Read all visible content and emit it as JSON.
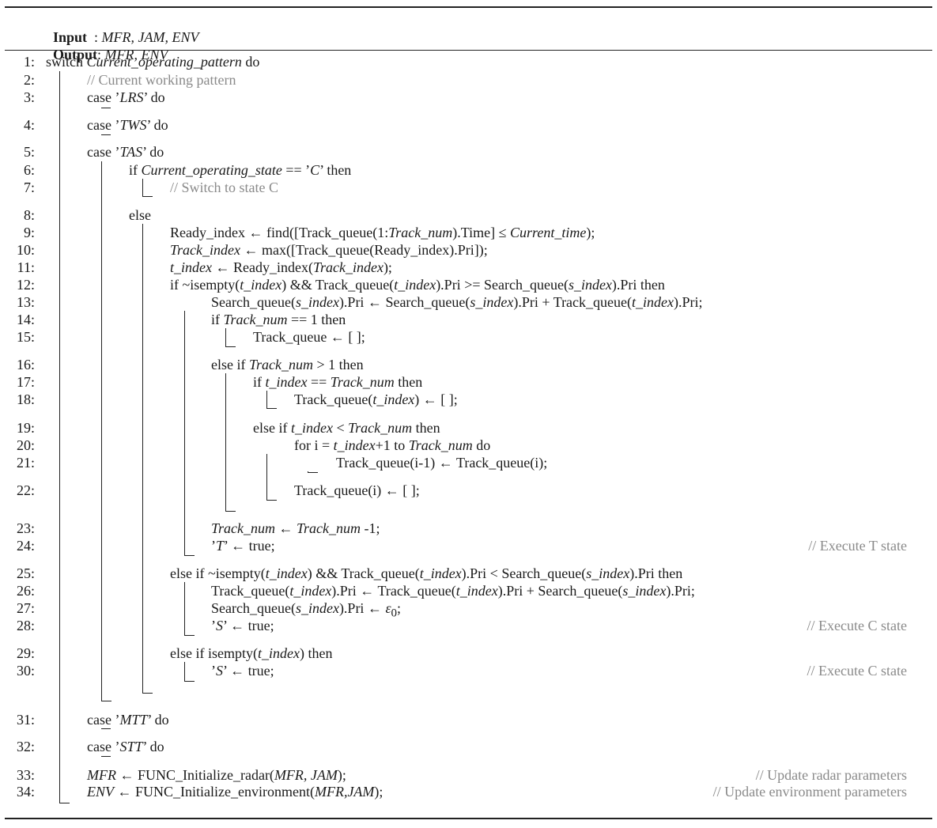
{
  "header": {
    "input_label": "Input",
    "input_sep": "  : ",
    "input_value": "MFR, JAM, ENV",
    "output_label": "Output",
    "output_sep": ": ",
    "output_value": "MFR, ENV"
  },
  "lines": [
    {
      "n": "1:",
      "code": "switch <i>Current_operating_pattern</i> do"
    },
    {
      "n": "2:",
      "code": "<span class='cm'>// Current working pattern</span>"
    },
    {
      "n": "3:",
      "code": "case ’<i>LRS</i>’ do"
    },
    {
      "n": "4:",
      "code": "case ’<i>TWS</i>’ do"
    },
    {
      "n": "5:",
      "code": "case ’<i>TAS</i>’ do"
    },
    {
      "n": "6:",
      "code": "if <i>Current_operating_state</i> == ’<i>C</i>’ then"
    },
    {
      "n": "7:",
      "code": "<span class='cm'>// Switch to state C</span>"
    },
    {
      "n": "8:",
      "code": "else"
    },
    {
      "n": "9:",
      "code": "Ready_index ← find([Track_queue(1:<i>Track_num</i>).Time] ≤ <i>Current_time</i>);"
    },
    {
      "n": "10:",
      "code": "<i>Track_index</i> ← max([Track_queue(Ready_index).Pri]);"
    },
    {
      "n": "11:",
      "code": "<i>t_index</i> ← Ready_index(<i>Track_index</i>);"
    },
    {
      "n": "12:",
      "code": "if ~isempty(<i>t_index</i>) &amp;&amp; Track_queue(<i>t_index</i>).Pri &gt;= Search_queue(<i>s_index</i>).Pri then"
    },
    {
      "n": "13:",
      "code": "Search_queue(<i>s_index</i>).Pri ← Search_queue(<i>s_index</i>).Pri + Track_queue(<i>t_index</i>).Pri;"
    },
    {
      "n": "14:",
      "code": "if <i>Track_num</i> == 1 then"
    },
    {
      "n": "15:",
      "code": "Track_queue ← [ ];"
    },
    {
      "n": "16:",
      "code": "else if <i>Track_num</i> &gt; 1 then"
    },
    {
      "n": "17:",
      "code": "if <i>t_index</i> == <i>Track_num</i> then"
    },
    {
      "n": "18:",
      "code": "Track_queue(<i>t_index</i>) ← [ ];"
    },
    {
      "n": "19:",
      "code": "else if <i>t_index</i> &lt; <i>Track_num</i> then"
    },
    {
      "n": "20:",
      "code": "for i = <i>t_index</i>+1 to <i>Track_num</i> do"
    },
    {
      "n": "21:",
      "code": "Track_queue(i-1) ← Track_queue(i);"
    },
    {
      "n": "22:",
      "code": "Track_queue(i) ← [ ];"
    },
    {
      "n": "23:",
      "code": "<i>Track_num</i> ← <i>Track_num</i> -1;"
    },
    {
      "n": "24:",
      "code": "’<i>T</i>’ ← true;",
      "comment": "// Execute T state"
    },
    {
      "n": "25:",
      "code": "else if ~isempty(<i>t_index</i>) &amp;&amp; Track_queue(<i>t_index</i>).Pri &lt; Search_queue(<i>s_index</i>).Pri then"
    },
    {
      "n": "26:",
      "code": "Track_queue(<i>t_index</i>).Pri ← Track_queue(<i>t_index</i>).Pri + Search_queue(<i>s_index</i>).Pri;"
    },
    {
      "n": "27:",
      "code": "Search_queue(<i>s_index</i>).Pri ← <i>ε</i><sub>0</sub>;"
    },
    {
      "n": "28:",
      "code": "’<i>S</i>’ ← true;",
      "comment": "// Execute C state"
    },
    {
      "n": "29:",
      "code": "else if isempty(<i>t_index</i>) then"
    },
    {
      "n": "30:",
      "code": "’<i>S</i>’ ← true;",
      "comment": "// Execute C state"
    },
    {
      "n": "31:",
      "code": "case ’<i>MTT</i>’ do"
    },
    {
      "n": "32:",
      "code": "case ’<i>STT</i>’ do"
    },
    {
      "n": "33:",
      "code": "<i>MFR</i> ← FUNC_Initialize_radar(<i>MFR, JAM</i>);",
      "comment": "// Update radar parameters"
    },
    {
      "n": "34:",
      "code": "<i>ENV</i> ← FUNC_Initialize_environment(<i>MFR,JAM</i>);",
      "comment": "// Update environment parameters"
    }
  ]
}
